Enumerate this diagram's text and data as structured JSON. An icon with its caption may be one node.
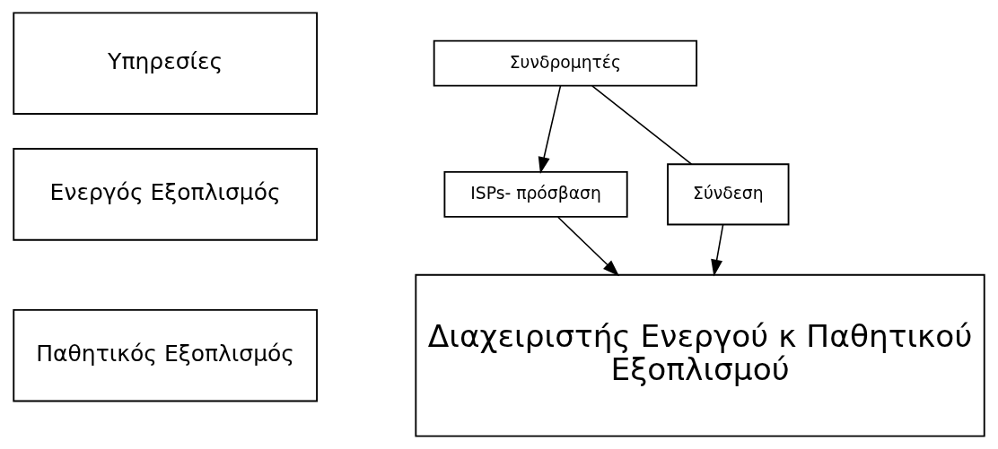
{
  "diagram": {
    "nodes": [
      {
        "text": [
          "Υπηρεσίες"
        ]
      },
      {
        "text": [
          "Ενεργός Εξοπλισμός"
        ]
      },
      {
        "text": [
          "Παθητικός Εξοπλισμός"
        ]
      },
      {
        "text": [
          "Συνδρομητές"
        ]
      },
      {
        "text": [
          "ISPs- πρόσβαση"
        ]
      },
      {
        "text": [
          "Σύνδεση"
        ]
      },
      {
        "text": [
          "Διαχειριστής Ενεργού κ Παθητικού Εξοπλισμού"
        ]
      }
    ],
    "edges": [
      {
        "from": 3,
        "to": 4,
        "arrow": "to"
      },
      {
        "from": 3,
        "to": 5,
        "arrow": "none"
      },
      {
        "from": 4,
        "to": 6,
        "arrow": "to"
      },
      {
        "from": 5,
        "to": 6,
        "arrow": "to"
      }
    ]
  }
}
